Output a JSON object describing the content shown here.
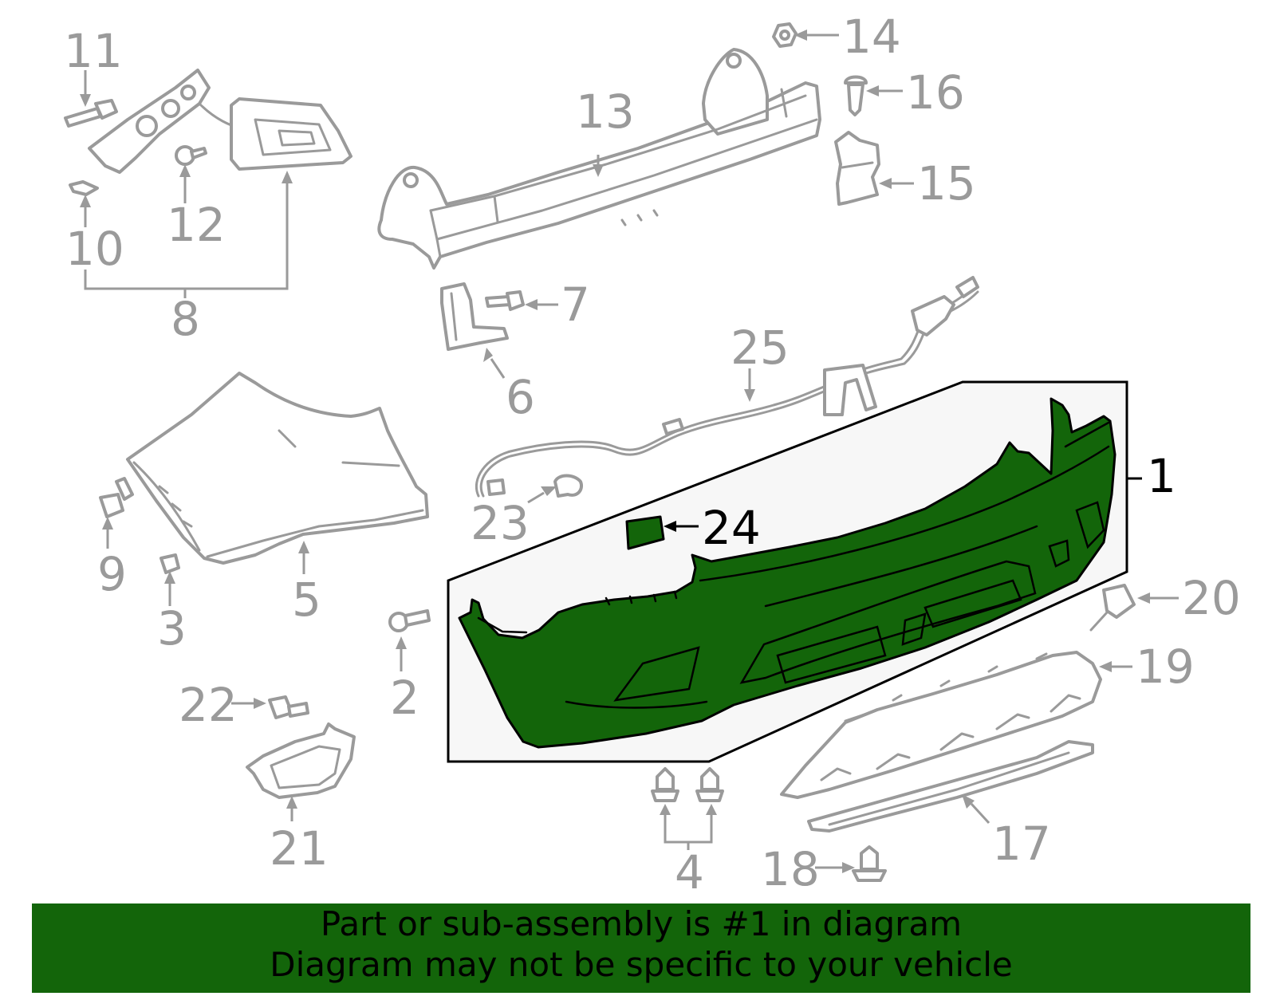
{
  "diagram": {
    "highlighted_part": "1",
    "colors": {
      "highlight": "#13650a",
      "parts": "#9a9a9a",
      "callout_box": "#f7f7f7"
    },
    "callouts": [
      "1",
      "2",
      "3",
      "4",
      "5",
      "6",
      "7",
      "8",
      "9",
      "10",
      "11",
      "12",
      "13",
      "14",
      "15",
      "16",
      "17",
      "18",
      "19",
      "20",
      "21",
      "22",
      "23",
      "24",
      "25"
    ]
  },
  "banner": {
    "line1": "Part or sub-assembly is #1 in diagram",
    "line2": "Diagram may not be specific to your vehicle"
  }
}
